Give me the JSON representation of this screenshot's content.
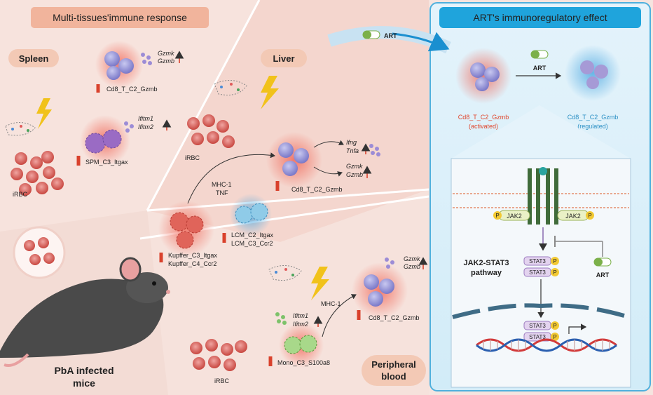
{
  "header_left": "Multi-tissues'immune response",
  "header_right": "ART's immunoregulatory effect",
  "tissues": {
    "spleen": "Spleen",
    "liver": "Liver",
    "blood_1": "Peripheral",
    "blood_2": "blood"
  },
  "spleen": {
    "cell1": "Cd8_T_C2_Gzmb",
    "genes1": [
      "Gzmk",
      "Gzmb"
    ],
    "cell2": "SPM_C3_Itgax",
    "genes2": [
      "Ifitm1",
      "Ifitm2"
    ],
    "irbc": "iRBC"
  },
  "liver": {
    "irbc": "iRBC",
    "signal1": "MHC-1",
    "signal2": "TNF",
    "tcell": "Cd8_T_C2_Gzmb",
    "genes_top": [
      "Ifng",
      "Tnfa"
    ],
    "genes_bottom": [
      "Gzmk",
      "Gzmb"
    ],
    "kupffer1": "Kupffer_C3_Itgax",
    "kupffer2": "Kupffer_C4_Ccr2",
    "lcm1": "LCM_C2_Itgax",
    "lcm2": "LCM_C3_Ccr2"
  },
  "blood": {
    "genes_top": [
      "Gzmk",
      "Gzmb"
    ],
    "signal": "MHC-1",
    "genes_mono": [
      "Ifitm1",
      "Ifitm2"
    ],
    "tcell": "Cd8_T_C2_Gzmb",
    "mono": "Mono_C3_S100a8",
    "irbc": "iRBC"
  },
  "mouse": {
    "line1": "PbA infected",
    "line2": "mice"
  },
  "art_label": "ART",
  "right_panel": {
    "art": "ART",
    "left_cell": "Cd8_T_C2_Gzmb",
    "left_state": "(activated)",
    "right_cell": "Cd8_T_C2_Gzmb",
    "right_state": "(regulated)",
    "jak": "JAK2",
    "p": "P",
    "stat": "STAT3",
    "pathway1": "JAK2-STAT3",
    "pathway2": "pathway",
    "art_inhibit": "ART"
  },
  "colors": {
    "activated": "#e0452b",
    "regulated": "#2a8fc4",
    "header_right_bg": "#1fa4dc",
    "header_left_bg": "#f1b49c"
  }
}
